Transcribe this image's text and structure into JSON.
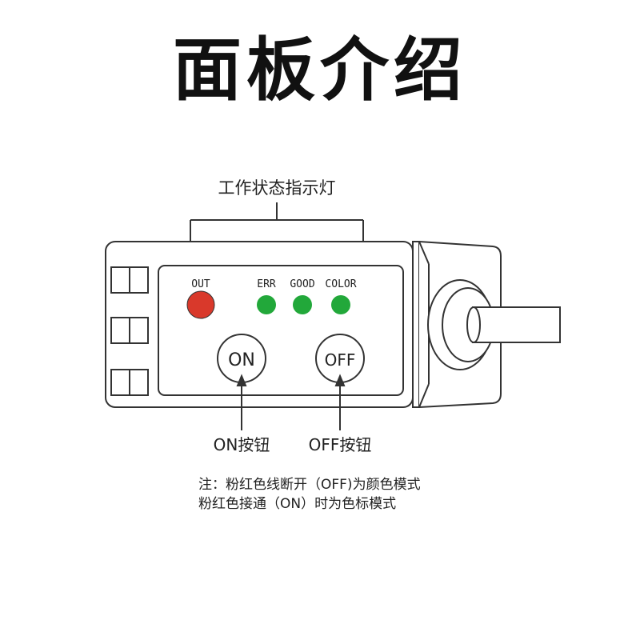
{
  "title": "面板介绍",
  "indicator_group_label": "工作状态指示灯",
  "indicators": [
    {
      "label": "OUT",
      "color": "#d9392b"
    },
    {
      "label": "ERR",
      "color": "#22a83a"
    },
    {
      "label": "GOOD",
      "color": "#22a83a"
    },
    {
      "label": "COLOR",
      "color": "#22a83a"
    }
  ],
  "buttons": {
    "on": {
      "label": "ON",
      "caption": "ON按钮"
    },
    "off": {
      "label": "OFF",
      "caption": "OFF按钮"
    }
  },
  "notes": {
    "line1": "注：粉红色线断开（OFF)为颜色模式",
    "line2": "粉红色接通（ON）时为色标模式"
  },
  "colors": {
    "stroke": "#333333"
  }
}
